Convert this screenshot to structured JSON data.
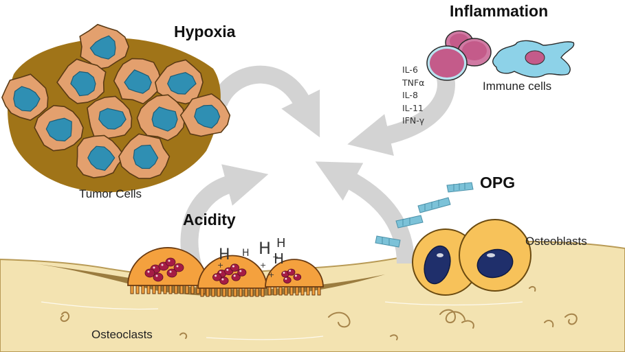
{
  "labels": {
    "hypoxia": "Hypoxia",
    "inflammation": "Inflammation",
    "opg": "OPG",
    "acidity": "Acidity",
    "tumor_cells": "Tumor Cells",
    "immune_cells": "Immune cells",
    "osteoblasts": "Osteoblasts",
    "osteoclasts": "Osteoclasts"
  },
  "cytokines": [
    "IL-6",
    "TNFα",
    "IL-8",
    "IL-11",
    "IFN-γ"
  ],
  "ions": {
    "h": "H",
    "plus": "+"
  },
  "colors": {
    "arrow": "#d3d3d3",
    "bone": "#f3e3b1",
    "bone_edge": "#b89a55",
    "tumor_bg": "#a07418",
    "tumor_cell": "#e3a06e",
    "tumor_nucleus": "#2f8fb3",
    "osteoclast": "#f4a13e",
    "osteoclast_granule": "#a51c45",
    "osteoblast": "#f7c25a",
    "osteoblast_nucleus": "#1f2f6b",
    "immune_round": "#c45b8a",
    "immune_blue": "#8dd2e8",
    "opg_fragment": "#7cc2d8"
  }
}
